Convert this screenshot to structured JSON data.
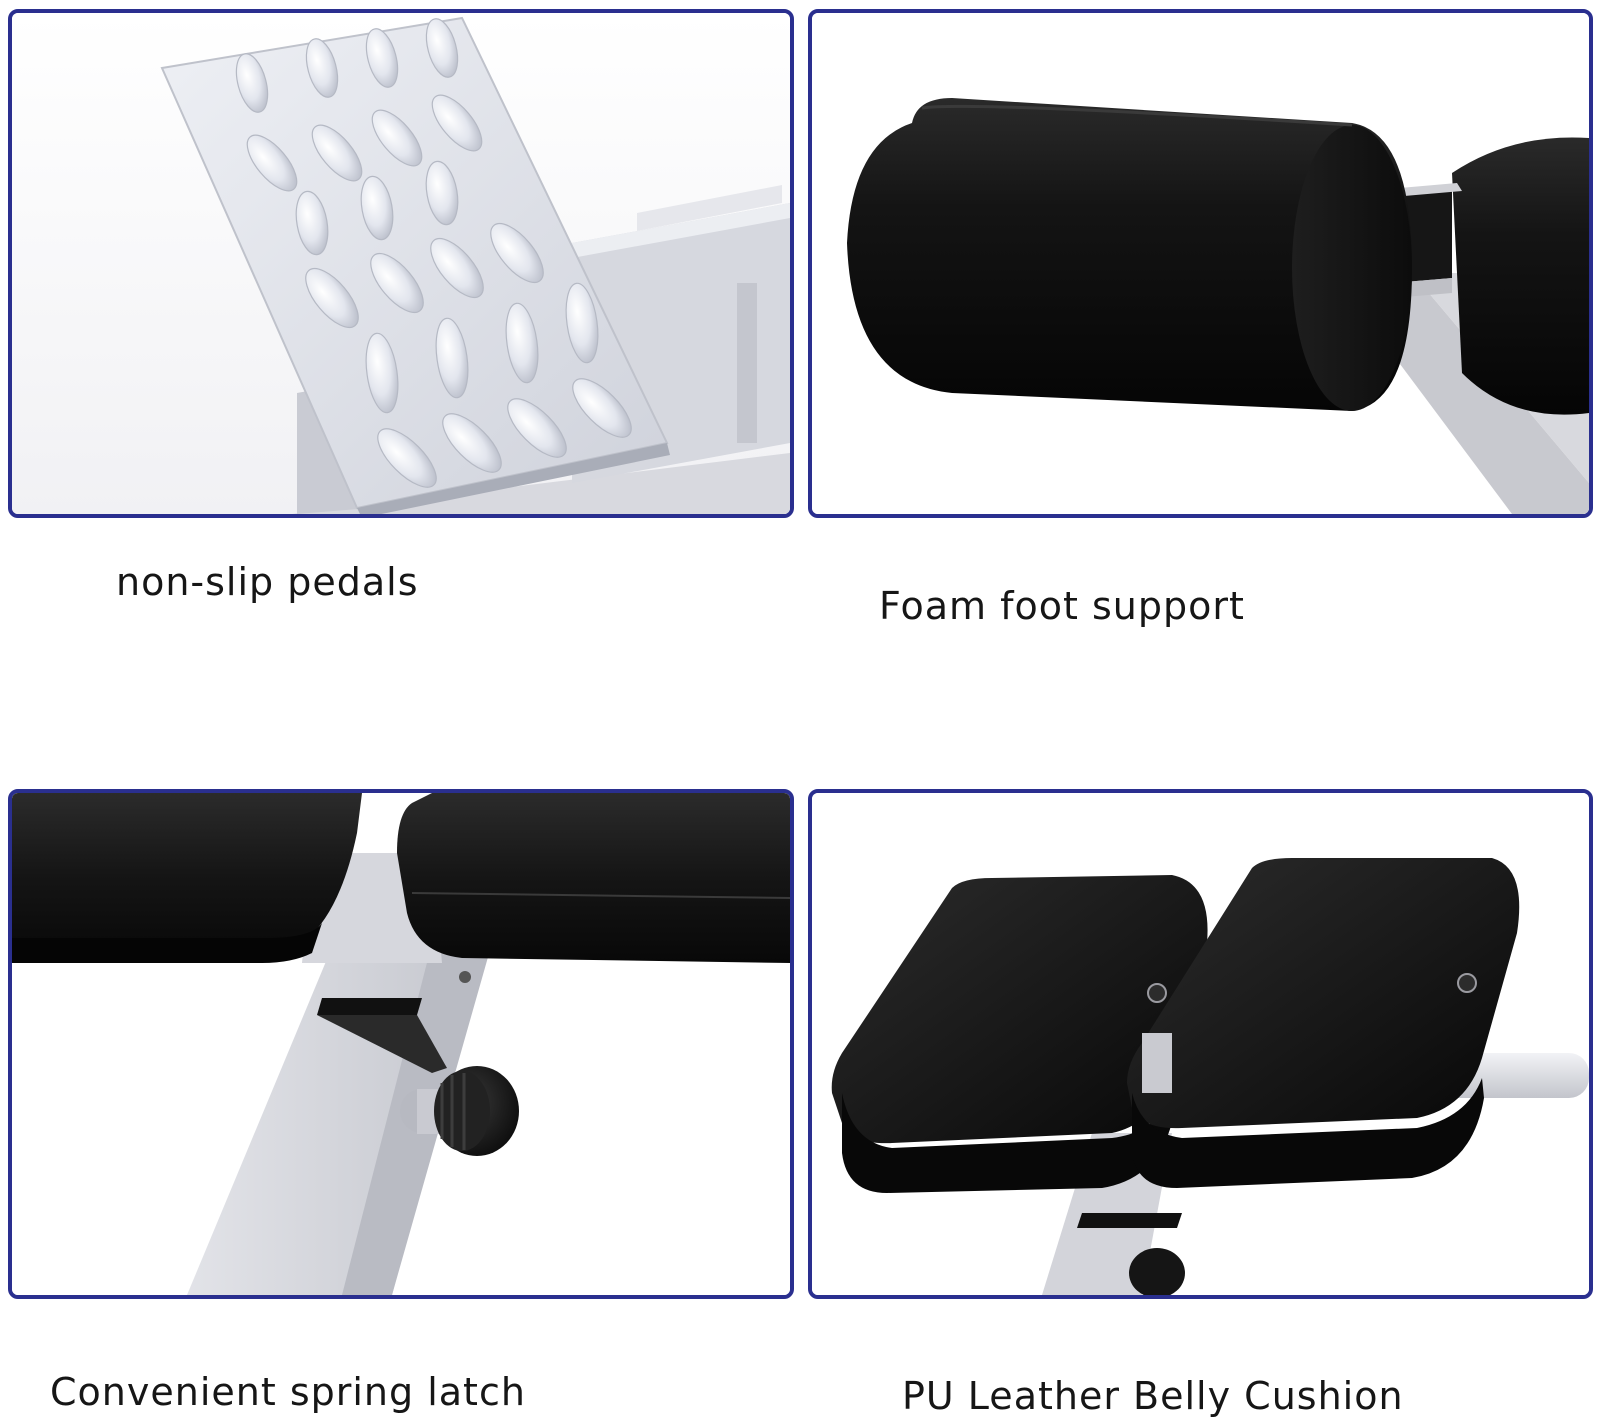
{
  "features": [
    {
      "caption": "non-slip pedals",
      "image": "non-slip-pedal-photo"
    },
    {
      "caption": "Foam foot support",
      "image": "foam-roller-photo"
    },
    {
      "caption": "Convenient spring latch",
      "image": "spring-latch-photo"
    },
    {
      "caption": "PU Leather Belly Cushion",
      "image": "belly-cushion-photo"
    }
  ],
  "colors": {
    "panel_border": "#2a2f8f",
    "caption_text": "#161616",
    "frame_metal": "#dcdde2",
    "cushion_black": "#121212"
  }
}
